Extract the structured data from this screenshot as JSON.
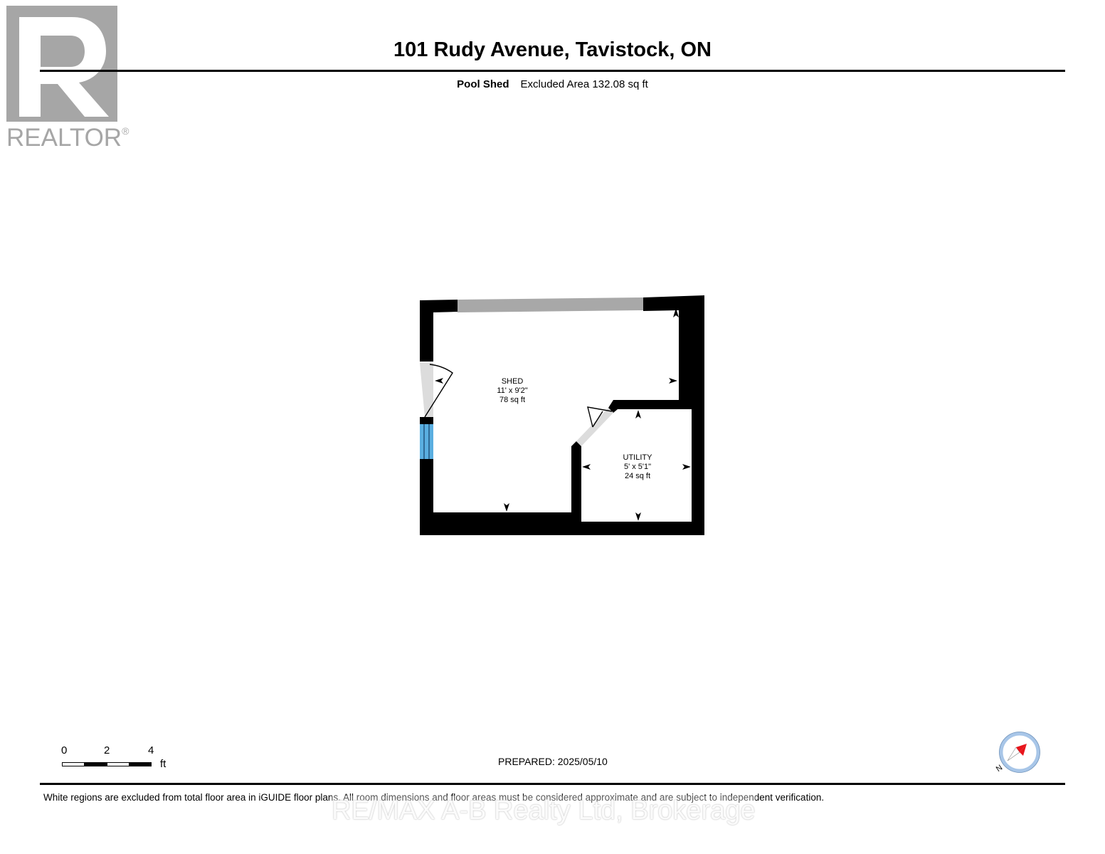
{
  "logo": {
    "text": "REALTOR",
    "mark": "®",
    "color": "#a6a6a6"
  },
  "header": {
    "title": "101 Rudy Avenue, Tavistock, ON",
    "floor_name": "Pool Shed",
    "excluded_area": "Excluded Area 132.08 sq ft"
  },
  "rooms": [
    {
      "name": "SHED",
      "dimensions": "11' x 9'2\"",
      "area": "78 sq ft"
    },
    {
      "name": "UTILITY",
      "dimensions": "5' x 5'1\"",
      "area": "24 sq ft"
    }
  ],
  "scale": {
    "ticks": [
      "0",
      "2",
      "4"
    ],
    "unit": "ft"
  },
  "prepared": "PREPARED: 2025/05/10",
  "compass": {
    "label": "N",
    "needle_color": "#e8141b",
    "ring_color": "#a8c6e8"
  },
  "disclaimer": "White regions are excluded from total floor area in iGUIDE floor plans. All room dimensions and floor areas must be considered approximate and are subject to independent verification.",
  "watermark": "RE/MAX A-B Realty Ltd, Brokerage",
  "colors": {
    "wall": "#000000",
    "window": "#a8a8a8",
    "stair": "#5aaee0",
    "door_fill": "#dcdcdc"
  }
}
